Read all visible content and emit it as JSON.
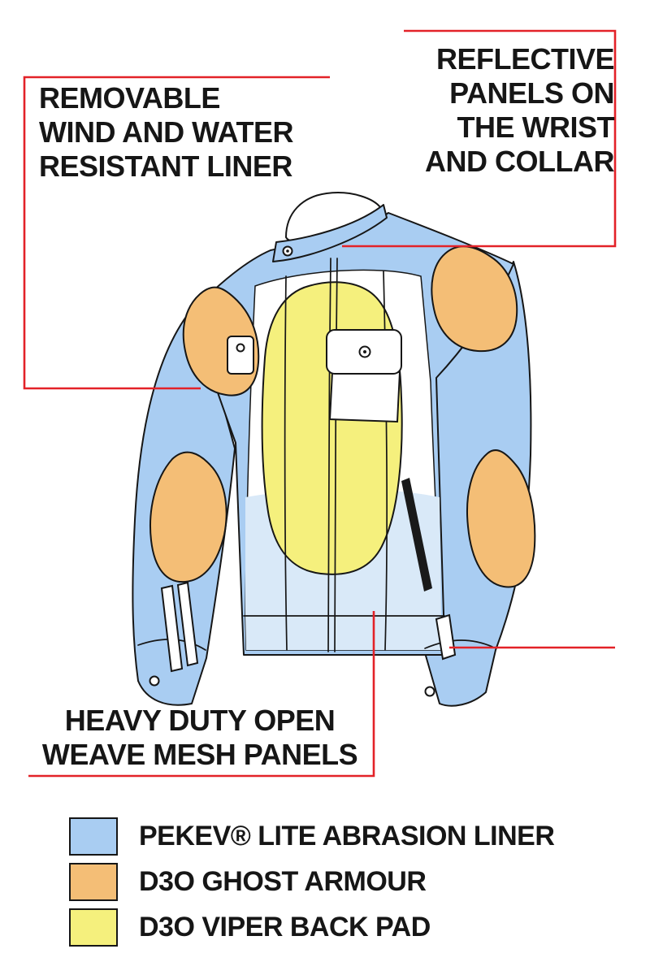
{
  "callouts": {
    "liner": {
      "lines": [
        "REMOVABLE",
        "WIND AND WATER",
        "RESISTANT LINER"
      ]
    },
    "reflective": {
      "lines": [
        "REFLECTIVE",
        "PANELS ON",
        "THE WRIST",
        "AND COLLAR"
      ]
    },
    "mesh": {
      "lines": [
        "HEAVY DUTY OPEN",
        "WEAVE MESH PANELS"
      ]
    }
  },
  "legend": {
    "items": [
      {
        "label": "PEKEV® LITE ABRASION LINER",
        "color": "#A9CDF2"
      },
      {
        "label": "D3O GHOST ARMOUR",
        "color": "#F4BE76"
      },
      {
        "label": "D3O VIPER BACK PAD",
        "color": "#F5F07D"
      }
    ]
  },
  "colors": {
    "accent_red": "#E32228",
    "outline": "#161616",
    "panel_blue": "#A9CDF2",
    "armour_orange": "#F4BE76",
    "backpad_yellow": "#F5F07D",
    "mesh_light_blue": "#D9E9F8"
  }
}
